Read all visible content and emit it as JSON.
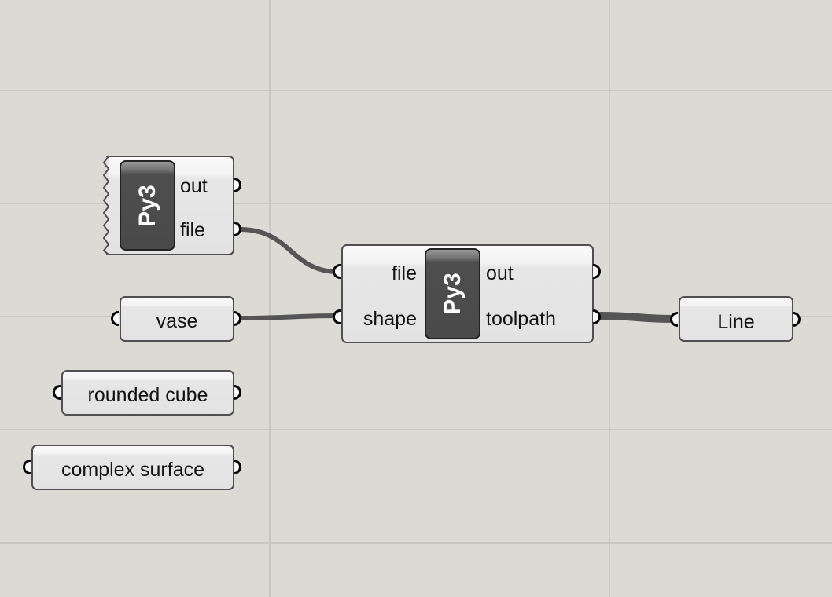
{
  "canvas": {
    "background": "#dcdad5",
    "wire_color": "#555555"
  },
  "script_node_a": {
    "icon_label": "Py3",
    "outputs": [
      "out",
      "file"
    ]
  },
  "script_node_b": {
    "icon_label": "Py3",
    "inputs": [
      "file",
      "shape"
    ],
    "outputs": [
      "out",
      "toolpath"
    ]
  },
  "panels": {
    "vase": "vase",
    "rounded_cube": "rounded cube",
    "complex_surface": "complex surface"
  },
  "line_param": {
    "label": "Line"
  }
}
